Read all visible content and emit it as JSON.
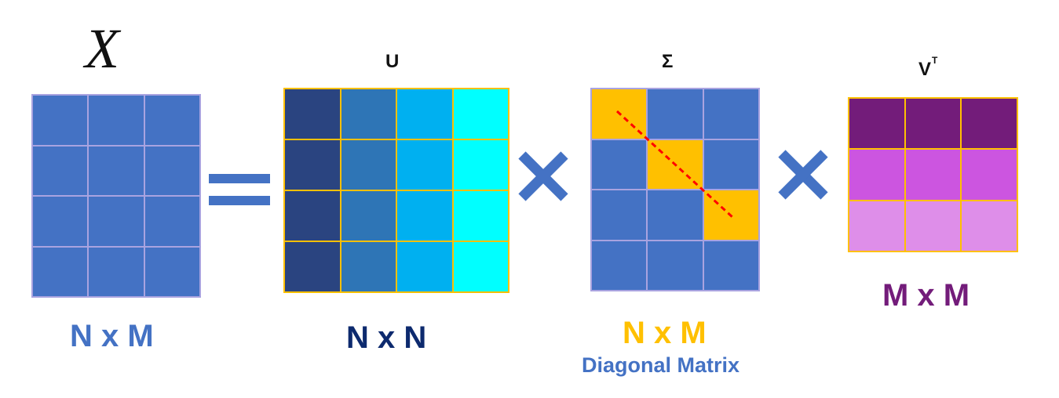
{
  "colors": {
    "x_matrix": "#4472c4",
    "grid_line_lavender": "#a9a3e0",
    "grid_line_gold": "#ffc000",
    "u_columns": [
      "#2a4480",
      "#2e75b6",
      "#00b0f0",
      "#00ffff"
    ],
    "sigma_base": "#4472c4",
    "sigma_diagonal": "#ffc000",
    "diagonal_line": "#ff0000",
    "v_rows": [
      "#731c7a",
      "#cc55e0",
      "#de8ee9"
    ],
    "operator": "#4472c4",
    "label_x": "#4472c4",
    "label_u": "#0d2a6e",
    "label_s": "#ffc000",
    "label_s_sub": "#4472c4",
    "label_v": "#731c7a"
  },
  "matrices": {
    "x": {
      "title": "X",
      "dims": "N x M",
      "rows": 4,
      "cols": 3
    },
    "u": {
      "title": "U",
      "dims": "N x N",
      "rows": 4,
      "cols": 4
    },
    "sigma": {
      "title": "Σ",
      "dims": "N x M",
      "subtitle": "Diagonal Matrix",
      "rows": 4,
      "cols": 3,
      "diagonal_cells": [
        [
          0,
          0
        ],
        [
          1,
          1
        ],
        [
          2,
          2
        ]
      ]
    },
    "v": {
      "title": "V",
      "title_sup": "T",
      "dims": "M x M",
      "rows": 3,
      "cols": 3
    }
  },
  "operators": {
    "equals": {
      "icon": "equals-icon"
    },
    "multiply": {
      "icon": "multiply-icon"
    }
  }
}
